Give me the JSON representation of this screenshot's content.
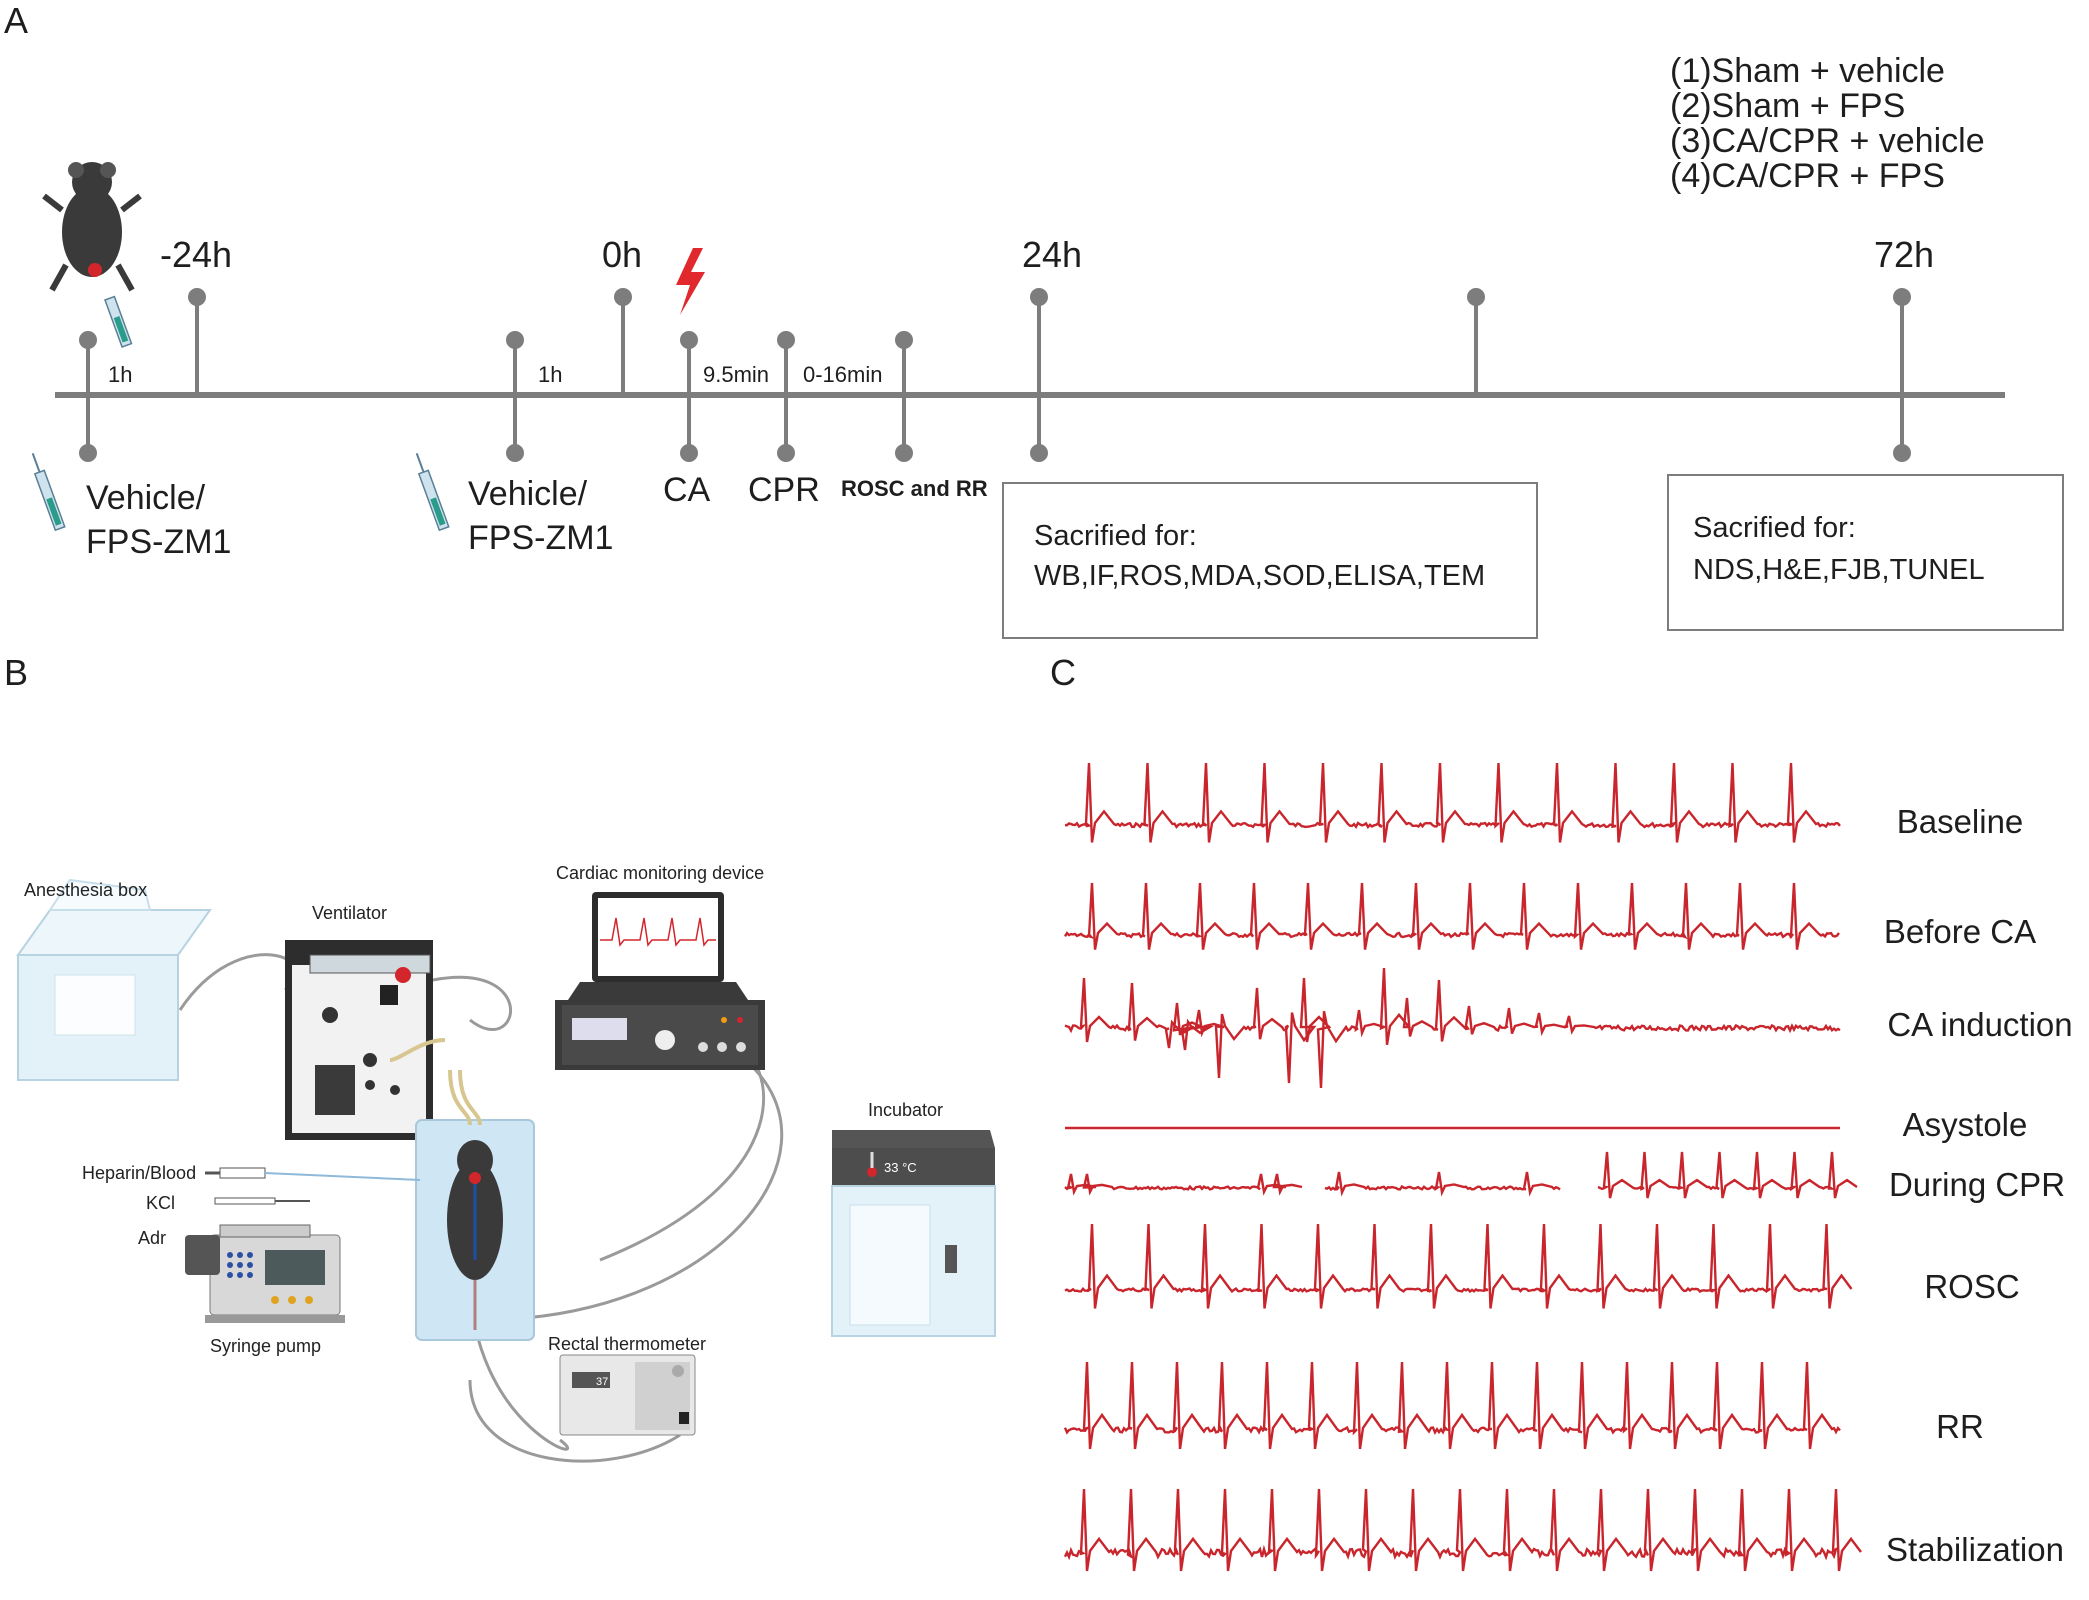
{
  "panels": {
    "a": "A",
    "b": "B",
    "c": "C"
  },
  "timeline": {
    "time_labels": [
      "-24h",
      "0h",
      "24h",
      "72h"
    ],
    "interval_labels": [
      "1h",
      "1h",
      "9.5min",
      "0-16min"
    ],
    "events": {
      "vehicle1": [
        "Vehicle/",
        "FPS-ZM1"
      ],
      "vehicle2": [
        "Vehicle/",
        "FPS-ZM1"
      ],
      "ca": "CA",
      "cpr": "CPR",
      "rosc_rr": "ROSC and RR"
    },
    "groups": [
      "(1)Sham + vehicle",
      "(2)Sham + FPS",
      "(3)CA/CPR + vehicle",
      "(4)CA/CPR + FPS"
    ],
    "box_24h": {
      "title": "Sacrified for:",
      "body": "WB,IF,ROS,MDA,SOD,ELISA,TEM"
    },
    "box_72h": {
      "title": "Sacrified for:",
      "body": "NDS,H&E,FJB,TUNEL"
    },
    "colors": {
      "line": "#7d7d7d",
      "lightning": "#e0282d"
    }
  },
  "setup": {
    "anesthesia_box": "Anesthesia box",
    "ventilator": "Ventilator",
    "cardiac_monitor": "Cardiac monitoring device",
    "incubator": "Incubator",
    "incubator_temp": "33 °C",
    "heparin": "Heparin/Blood",
    "kcl": "KCl",
    "adr": "Adr",
    "syringe_pump": "Syringe pump",
    "rectal_thermometer": "Rectal thermometer",
    "thermometer_reading": "37"
  },
  "ecg": {
    "color": "#c9252c",
    "traces": [
      {
        "label": "Baseline"
      },
      {
        "label": "Before CA"
      },
      {
        "label": "CA induction"
      },
      {
        "label": "Asystole"
      },
      {
        "label": "During CPR"
      },
      {
        "label": "ROSC"
      },
      {
        "label": "RR"
      },
      {
        "label": "Stabilization"
      }
    ]
  }
}
